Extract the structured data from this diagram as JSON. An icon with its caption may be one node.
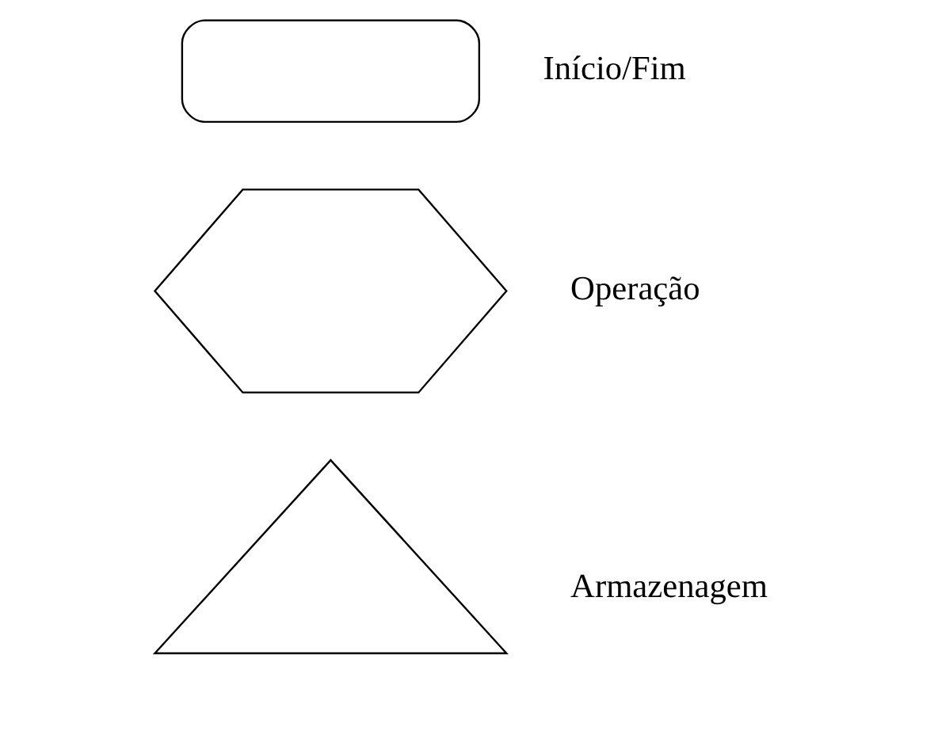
{
  "diagram": {
    "nodes": [
      {
        "text": [],
        "shape": "stadium",
        "beside": [
          "Início/Fim"
        ]
      },
      {
        "text": [],
        "shape": "hexagon",
        "beside": [
          "Operação"
        ]
      },
      {
        "text": [],
        "shape": "triangle",
        "beside": [
          "Armazenagem"
        ]
      }
    ]
  }
}
